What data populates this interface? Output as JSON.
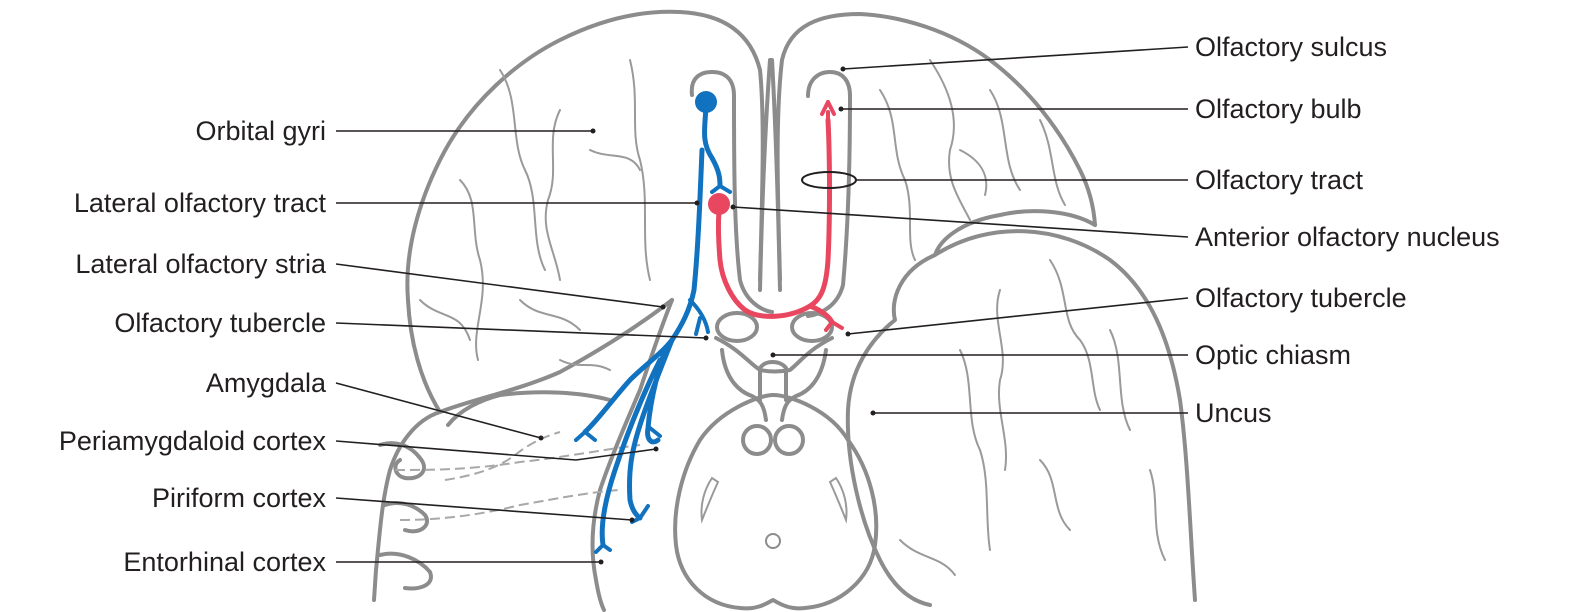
{
  "colors": {
    "outline": "#8c8c8c",
    "lateral_pathway": "#1172bf",
    "medial_pathway": "#e8475f",
    "label_text": "#231f20"
  },
  "labels_left": [
    {
      "key": "orbital-gyri",
      "text": "Orbital gyri"
    },
    {
      "key": "lateral-olfactory-tract",
      "text": "Lateral olfactory tract"
    },
    {
      "key": "lateral-olfactory-stria",
      "text": "Lateral olfactory stria"
    },
    {
      "key": "olfactory-tubercle-left",
      "text": "Olfactory tubercle"
    },
    {
      "key": "amygdala",
      "text": "Amygdala"
    },
    {
      "key": "periamygdaloid-cortex",
      "text": "Periamygdaloid cortex"
    },
    {
      "key": "piriform-cortex",
      "text": "Piriform cortex"
    },
    {
      "key": "entorhinal-cortex",
      "text": "Entorhinal cortex"
    }
  ],
  "labels_right": [
    {
      "key": "olfactory-sulcus",
      "text": "Olfactory sulcus"
    },
    {
      "key": "olfactory-bulb",
      "text": "Olfactory bulb"
    },
    {
      "key": "olfactory-tract",
      "text": "Olfactory tract"
    },
    {
      "key": "anterior-olfactory-nucleus",
      "text": "Anterior olfactory nucleus"
    },
    {
      "key": "olfactory-tubercle-right",
      "text": "Olfactory tubercle"
    },
    {
      "key": "optic-chiasm",
      "text": "Optic chiasm"
    },
    {
      "key": "uncus",
      "text": "Uncus"
    }
  ]
}
